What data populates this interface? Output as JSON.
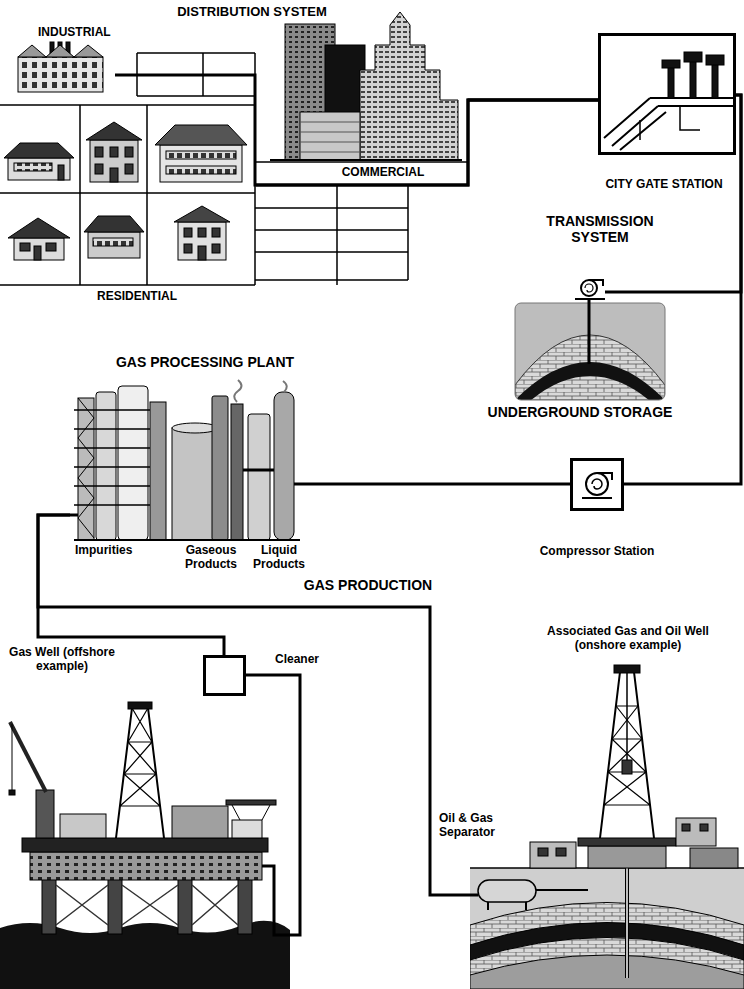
{
  "diagram": {
    "nodes": [
      {
        "text": [
          "INDUSTRIAL"
        ]
      },
      {
        "text": [
          "COMMERCIAL"
        ]
      },
      {
        "text": [
          "RESIDENTIAL"
        ]
      },
      {
        "text": [
          "CITY GATE STATION"
        ]
      },
      {
        "text": [
          "UNDERGROUND STORAGE"
        ]
      },
      {
        "text": [
          "GAS PROCESSING PLANT",
          "Impurities",
          "Gaseous Products",
          "Liquid Products"
        ]
      },
      {
        "text": [
          "Compressor Station"
        ]
      },
      {
        "text": [
          "Cleaner"
        ]
      },
      {
        "text": [
          "Gas Well (offshore example)"
        ]
      },
      {
        "text": [
          "Associated Gas and Oil Well (onshore example)",
          "Oil & Gas Separator"
        ]
      }
    ],
    "edges": [
      {
        "from": 8,
        "to": 7,
        "arrow": "none"
      },
      {
        "from": 7,
        "to": 5,
        "arrow": "none"
      },
      {
        "from": 9,
        "to": 5,
        "arrow": "none"
      },
      {
        "from": 5,
        "to": 6,
        "arrow": "none"
      },
      {
        "from": 6,
        "to": 3,
        "arrow": "none"
      },
      {
        "from": 4,
        "to": 3,
        "arrow": "none"
      },
      {
        "from": 3,
        "to": 1,
        "arrow": "none"
      },
      {
        "from": 3,
        "to": 0,
        "arrow": "none"
      },
      {
        "from": 3,
        "to": 2,
        "arrow": "none"
      }
    ],
    "labels": [
      "DISTRIBUTION SYSTEM",
      "TRANSMISSION SYSTEM",
      "GAS PRODUCTION"
    ]
  }
}
